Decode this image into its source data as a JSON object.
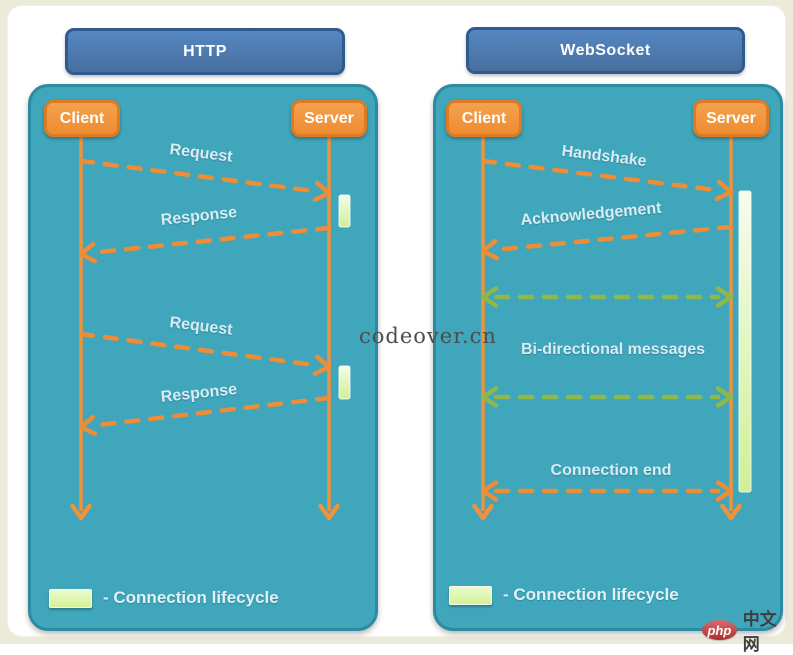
{
  "watermark": {
    "text": "codeover.cn"
  },
  "brand": {
    "logo_text": "php",
    "site_text": "中文网"
  },
  "colors": {
    "panel_teal": "#3fa6bc",
    "panel_border": "#2b8ba0",
    "title_blue": "#4e80bc",
    "actor_orange": "#ee8c31",
    "arrow_orange": "#ee8d36",
    "arrow_green": "#8fb84b",
    "lifecycle_green": "#d9f3a0"
  },
  "http": {
    "title": "HTTP",
    "client_label": "Client",
    "server_label": "Server",
    "messages": [
      {
        "label": "Request",
        "from": "Client",
        "to": "Server"
      },
      {
        "label": "Response",
        "from": "Server",
        "to": "Client"
      },
      {
        "label": "Request",
        "from": "Client",
        "to": "Server"
      },
      {
        "label": "Response",
        "from": "Server",
        "to": "Client"
      }
    ],
    "legend_label": "- Connection lifecycle"
  },
  "websocket": {
    "title": "WebSocket",
    "client_label": "Client",
    "server_label": "Server",
    "messages": [
      {
        "label": "Handshake",
        "from": "Client",
        "to": "Server"
      },
      {
        "label": "Acknowledgement",
        "from": "Server",
        "to": "Client"
      },
      {
        "label": "Bi-directional messages",
        "direction": "bidirectional"
      },
      {
        "label": "Connection end",
        "direction": "bidirectional"
      }
    ],
    "legend_label": "- Connection lifecycle"
  }
}
